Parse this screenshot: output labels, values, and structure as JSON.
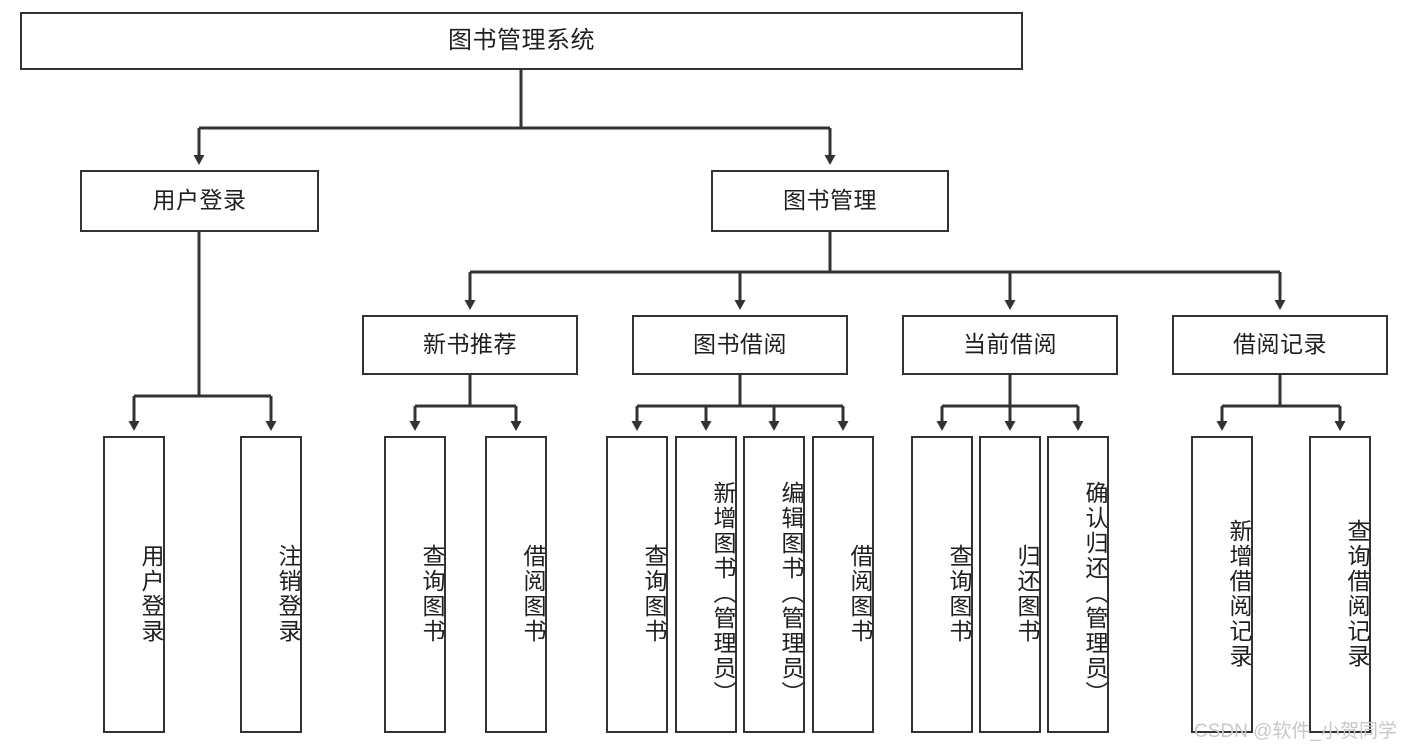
{
  "diagram": {
    "title": "图书管理系统",
    "type": "tree-hierarchy-chart",
    "watermark": "CSDN @软件_小贺同学",
    "colors": {
      "box_border": "#333333",
      "box_fill": "#ffffff",
      "edge": "#333333",
      "text": "#1f1f1f",
      "watermark": "#c8c8c8",
      "background": "#ffffff"
    },
    "root": {
      "label": "图书管理系统"
    },
    "level2": [
      {
        "label": "用户登录"
      },
      {
        "label": "图书管理"
      }
    ],
    "level3": [
      {
        "label": "新书推荐"
      },
      {
        "label": "图书借阅"
      },
      {
        "label": "当前借阅"
      },
      {
        "label": "借阅记录"
      }
    ],
    "leaves": {
      "user_login": [
        {
          "label": "用户登录"
        },
        {
          "label": "注销登录"
        }
      ],
      "new_book_recommend": [
        {
          "label": "查询图书"
        },
        {
          "label": "借阅图书"
        }
      ],
      "book_borrow": [
        {
          "label": "查询图书"
        },
        {
          "label": "新增图书（管理员）"
        },
        {
          "label": "编辑图书（管理员）"
        },
        {
          "label": "借阅图书"
        }
      ],
      "current_borrow": [
        {
          "label": "查询图书"
        },
        {
          "label": "归还图书"
        },
        {
          "label": "确认归还（管理员）"
        }
      ],
      "borrow_record": [
        {
          "label": "新增借阅记录"
        },
        {
          "label": "查询借阅记录"
        }
      ]
    }
  }
}
